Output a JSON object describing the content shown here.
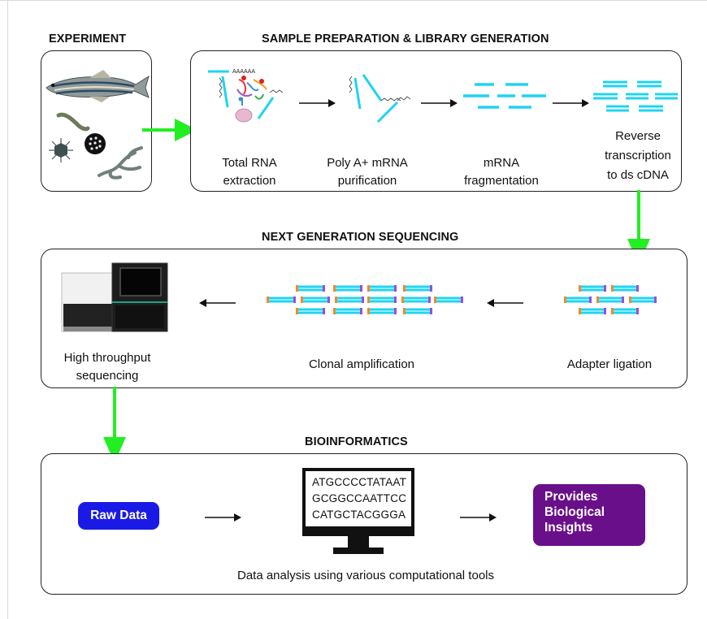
{
  "headings": {
    "experiment": "EXPERIMENT",
    "sample_prep": "SAMPLE PREPARATION & LIBRARY GENERATION",
    "ngs": "NEXT GENERATION SEQUENCING",
    "bioinformatics": "BIOINFORMATICS"
  },
  "sample_prep_steps": [
    "Total RNA\nextraction",
    "Poly A+ mRNA\npurification",
    "mRNA\nfragmentation",
    "Reverse\ntranscription\nto ds cDNA"
  ],
  "polya_tag": "AAAAAA",
  "ngs_steps": [
    "High throughput\nsequencing",
    "Clonal amplification",
    "Adapter ligation"
  ],
  "bioinformatics": {
    "raw_data": "Raw Data",
    "sequences": [
      "ATGCCCCTATAAT",
      "GCGGCCAATTCC",
      "CATGCTACGGGA"
    ],
    "insights": "Provides\nBiological\nInsights",
    "caption": "Data analysis using various computational tools"
  },
  "colors": {
    "flow_arrow": "#22ee22",
    "fragment": "#1fd4f0",
    "adapter_left": "#f08a2a",
    "adapter_right": "#9a4fd6",
    "raw_data_bg": "#1a1ae6",
    "insights_bg": "#6a0f8a"
  }
}
